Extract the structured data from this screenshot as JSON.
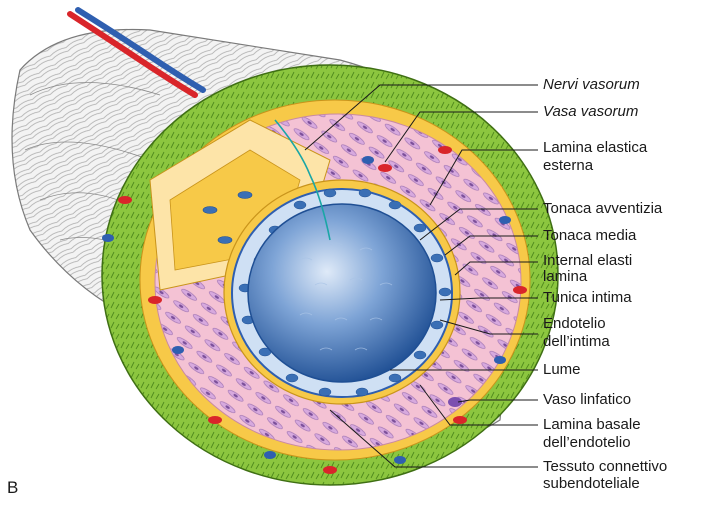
{
  "figure": {
    "panel_letter": "B"
  },
  "labels": [
    {
      "id": "nervi-vasorum",
      "text": "Nervi vasorum",
      "italic": true
    },
    {
      "id": "vasa-vasorum",
      "text": "Vasa vasorum",
      "italic": true
    },
    {
      "id": "lamina-elastica-esterna",
      "lines": [
        "Lamina elastica",
        "esterna"
      ]
    },
    {
      "id": "tonaca-avventizia",
      "text": "Tonaca avventizia"
    },
    {
      "id": "tonaca-media",
      "text": "Tonaca media"
    },
    {
      "id": "internal-elasti-lamina",
      "lines": [
        "Internal elasti",
        "lamina"
      ]
    },
    {
      "id": "tunica-intima",
      "text": "Tunica intima"
    },
    {
      "id": "endotelio",
      "lines": [
        "Endotelio",
        "dell’intima"
      ]
    },
    {
      "id": "lume",
      "text": "Lume"
    },
    {
      "id": "vaso-linfatico",
      "text": "Vaso linfatico"
    },
    {
      "id": "lamina-basale",
      "lines": [
        "Lamina basale",
        "dell’endotelio"
      ]
    },
    {
      "id": "tessuto-connettivo",
      "lines": [
        "Tessuto connettivo",
        "subendoteliale"
      ]
    }
  ],
  "colors": {
    "adventitia": "#8cc63f",
    "adventitia_dark": "#4f8a1c",
    "media": "#f2b8cc",
    "media_cells": "#c9a3d9",
    "elastic": "#f7c948",
    "lumen": "#3a6fb5",
    "lumen_light": "#c8dcf3",
    "outer_fiber": "#f1f1f1",
    "artery": "#d9252a",
    "vein": "#2f5fb0"
  }
}
